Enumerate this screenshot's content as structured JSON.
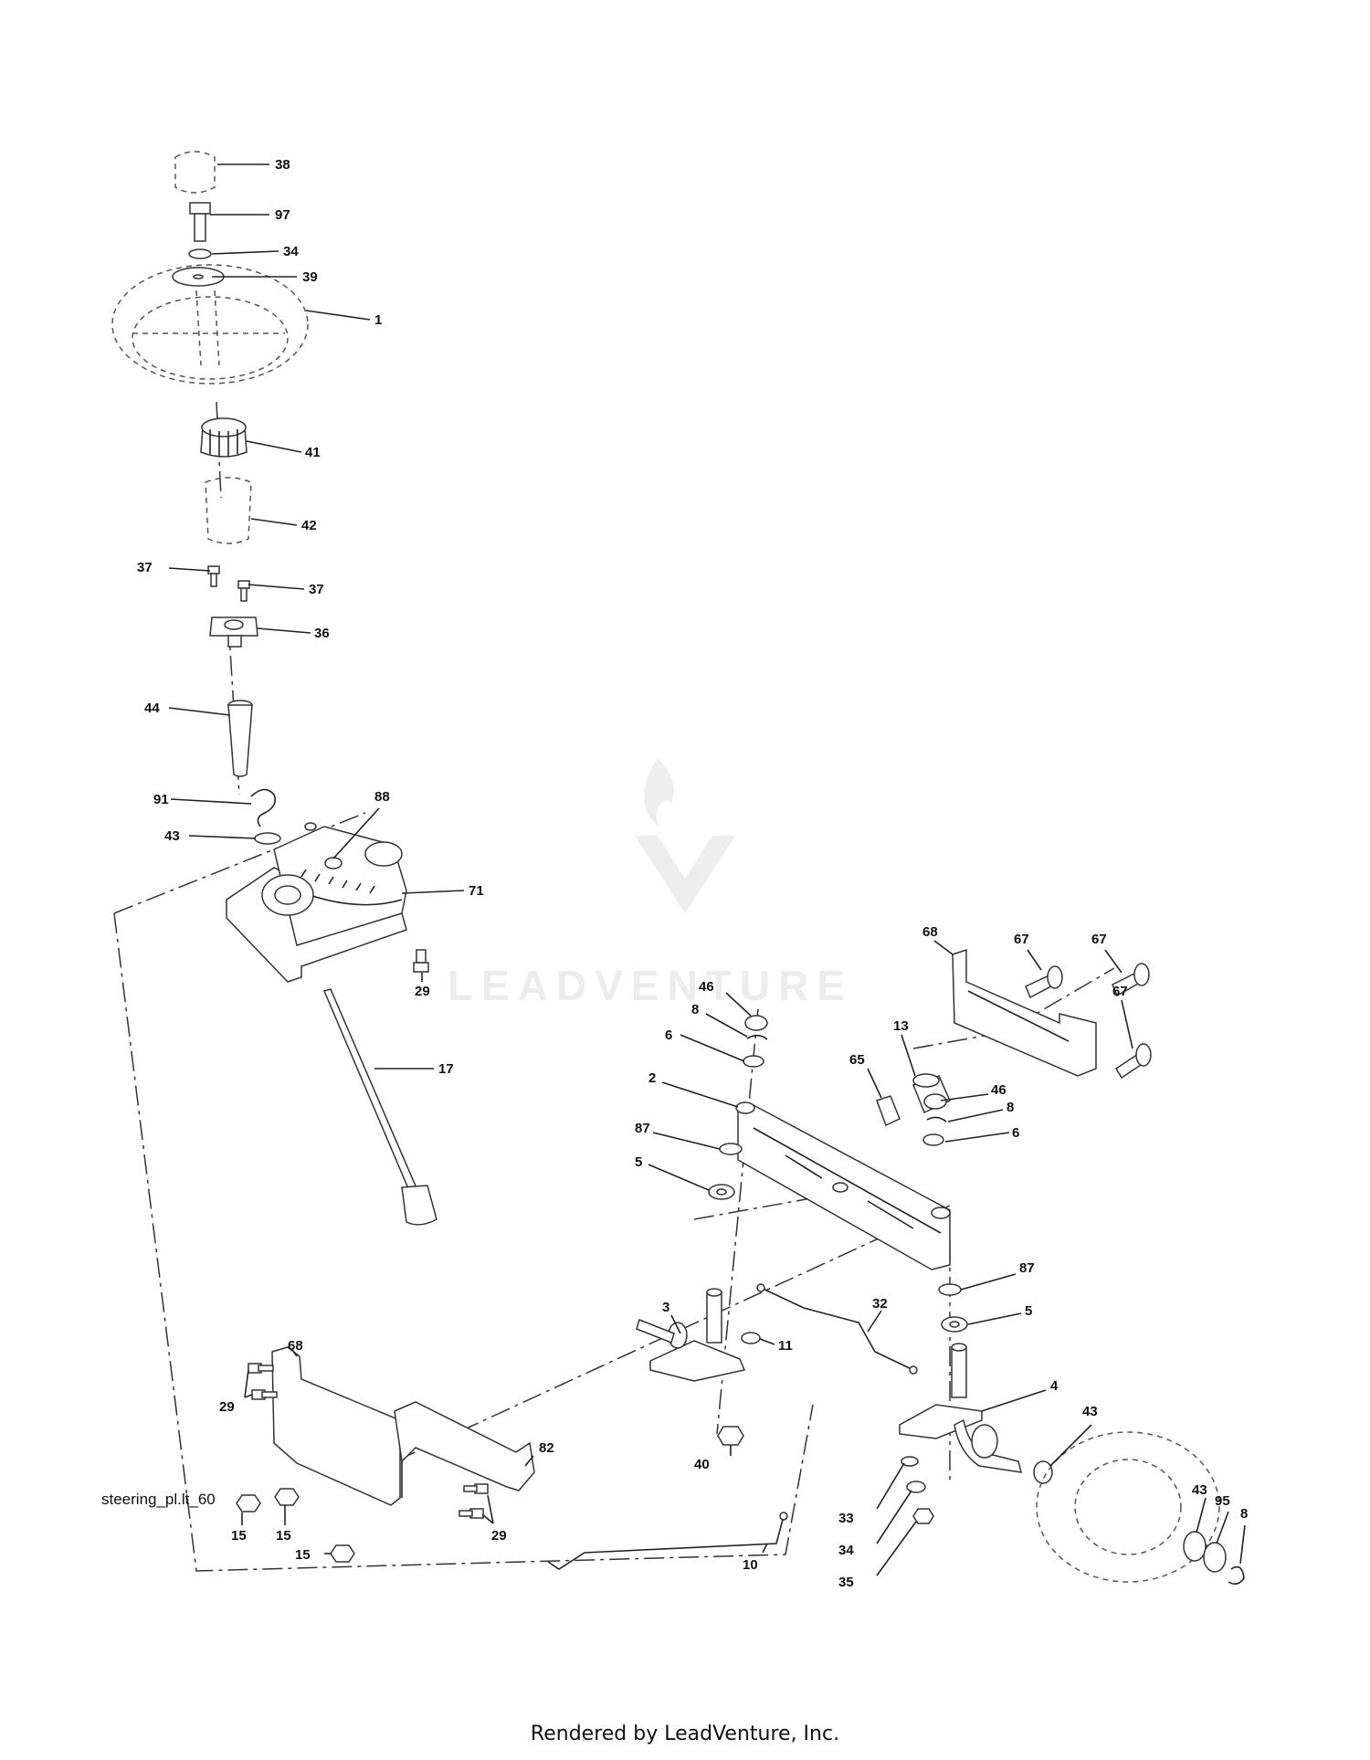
{
  "diagram": {
    "id_label": "steering_pl.lt_60",
    "footer": "Rendered by LeadVenture, Inc.",
    "watermark": "LEADVENTURE"
  },
  "callouts": [
    {
      "id": "c-38",
      "label": "38"
    },
    {
      "id": "c-97",
      "label": "97"
    },
    {
      "id": "c-34a",
      "label": "34"
    },
    {
      "id": "c-39",
      "label": "39"
    },
    {
      "id": "c-1",
      "label": "1"
    },
    {
      "id": "c-41",
      "label": "41"
    },
    {
      "id": "c-42",
      "label": "42"
    },
    {
      "id": "c-37a",
      "label": "37"
    },
    {
      "id": "c-37b",
      "label": "37"
    },
    {
      "id": "c-36",
      "label": "36"
    },
    {
      "id": "c-44",
      "label": "44"
    },
    {
      "id": "c-91",
      "label": "91"
    },
    {
      "id": "c-88",
      "label": "88"
    },
    {
      "id": "c-43a",
      "label": "43"
    },
    {
      "id": "c-71",
      "label": "71"
    },
    {
      "id": "c-29a",
      "label": "29"
    },
    {
      "id": "c-17",
      "label": "17"
    },
    {
      "id": "c-68a",
      "label": "68"
    },
    {
      "id": "c-67a",
      "label": "67"
    },
    {
      "id": "c-67b",
      "label": "67"
    },
    {
      "id": "c-67c",
      "label": "67"
    },
    {
      "id": "c-46a",
      "label": "46"
    },
    {
      "id": "c-8a",
      "label": "8"
    },
    {
      "id": "c-6a",
      "label": "6"
    },
    {
      "id": "c-13",
      "label": "13"
    },
    {
      "id": "c-65",
      "label": "65"
    },
    {
      "id": "c-2",
      "label": "2"
    },
    {
      "id": "c-46b",
      "label": "46"
    },
    {
      "id": "c-8b",
      "label": "8"
    },
    {
      "id": "c-6b",
      "label": "6"
    },
    {
      "id": "c-87a",
      "label": "87"
    },
    {
      "id": "c-5a",
      "label": "5"
    },
    {
      "id": "c-87b",
      "label": "87"
    },
    {
      "id": "c-5b",
      "label": "5"
    },
    {
      "id": "c-3",
      "label": "3"
    },
    {
      "id": "c-32",
      "label": "32"
    },
    {
      "id": "c-11",
      "label": "11"
    },
    {
      "id": "c-4",
      "label": "4"
    },
    {
      "id": "c-68b",
      "label": "68"
    },
    {
      "id": "c-29b",
      "label": "29"
    },
    {
      "id": "c-82",
      "label": "82"
    },
    {
      "id": "c-43b",
      "label": "43"
    },
    {
      "id": "c-40",
      "label": "40"
    },
    {
      "id": "c-15a",
      "label": "15"
    },
    {
      "id": "c-15b",
      "label": "15"
    },
    {
      "id": "c-29c",
      "label": "29"
    },
    {
      "id": "c-15c",
      "label": "15"
    },
    {
      "id": "c-10",
      "label": "10"
    },
    {
      "id": "c-33",
      "label": "33"
    },
    {
      "id": "c-34b",
      "label": "34"
    },
    {
      "id": "c-35",
      "label": "35"
    },
    {
      "id": "c-43c",
      "label": "43"
    },
    {
      "id": "c-95",
      "label": "95"
    },
    {
      "id": "c-8c",
      "label": "8"
    }
  ]
}
